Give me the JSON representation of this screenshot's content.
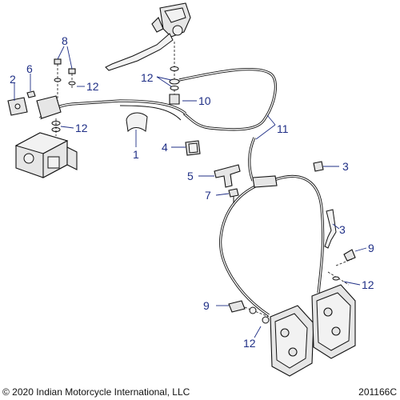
{
  "callouts": {
    "c1": "1",
    "c2": "2",
    "c3a": "3",
    "c3b": "3",
    "c4": "4",
    "c5": "5",
    "c6": "6",
    "c7": "7",
    "c8": "8",
    "c9a": "9",
    "c9b": "9",
    "c10": "10",
    "c11": "11",
    "c12a": "12",
    "c12b": "12",
    "c12c": "12",
    "c12d": "12",
    "c12e": "12"
  },
  "footer": {
    "copyright": "© 2020 Indian Motorcycle International, LLC",
    "figure_code": "201166C"
  },
  "colors": {
    "callout": "#1f2f86",
    "line_art": "#111111"
  }
}
